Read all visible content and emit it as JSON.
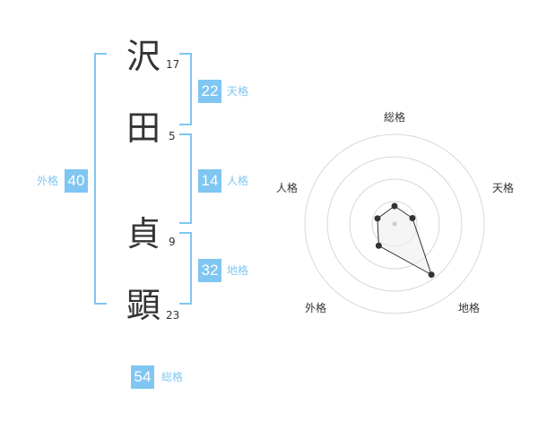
{
  "name": {
    "chars": [
      {
        "char": "沢",
        "strokes": "17"
      },
      {
        "char": "田",
        "strokes": "5"
      },
      {
        "char": "貞",
        "strokes": "9"
      },
      {
        "char": "顕",
        "strokes": "23"
      }
    ]
  },
  "kaku": {
    "tenkaku": {
      "value": "22",
      "label": "天格"
    },
    "jinkaku": {
      "value": "14",
      "label": "人格"
    },
    "chikaku": {
      "value": "32",
      "label": "地格"
    },
    "gaikaku": {
      "value": "40",
      "label": "外格"
    },
    "soukaku": {
      "value": "54",
      "label": "総格"
    }
  },
  "colors": {
    "accent": "#7fc6f2",
    "text": "#333333",
    "grid": "#d8d8d8",
    "fill": "#eeeeee"
  },
  "chart_data": {
    "type": "radar",
    "axes": [
      "総格",
      "天格",
      "地格",
      "外格",
      "人格"
    ],
    "values": [
      0.2,
      0.21,
      0.7,
      0.3,
      0.2
    ],
    "rings": 4
  }
}
